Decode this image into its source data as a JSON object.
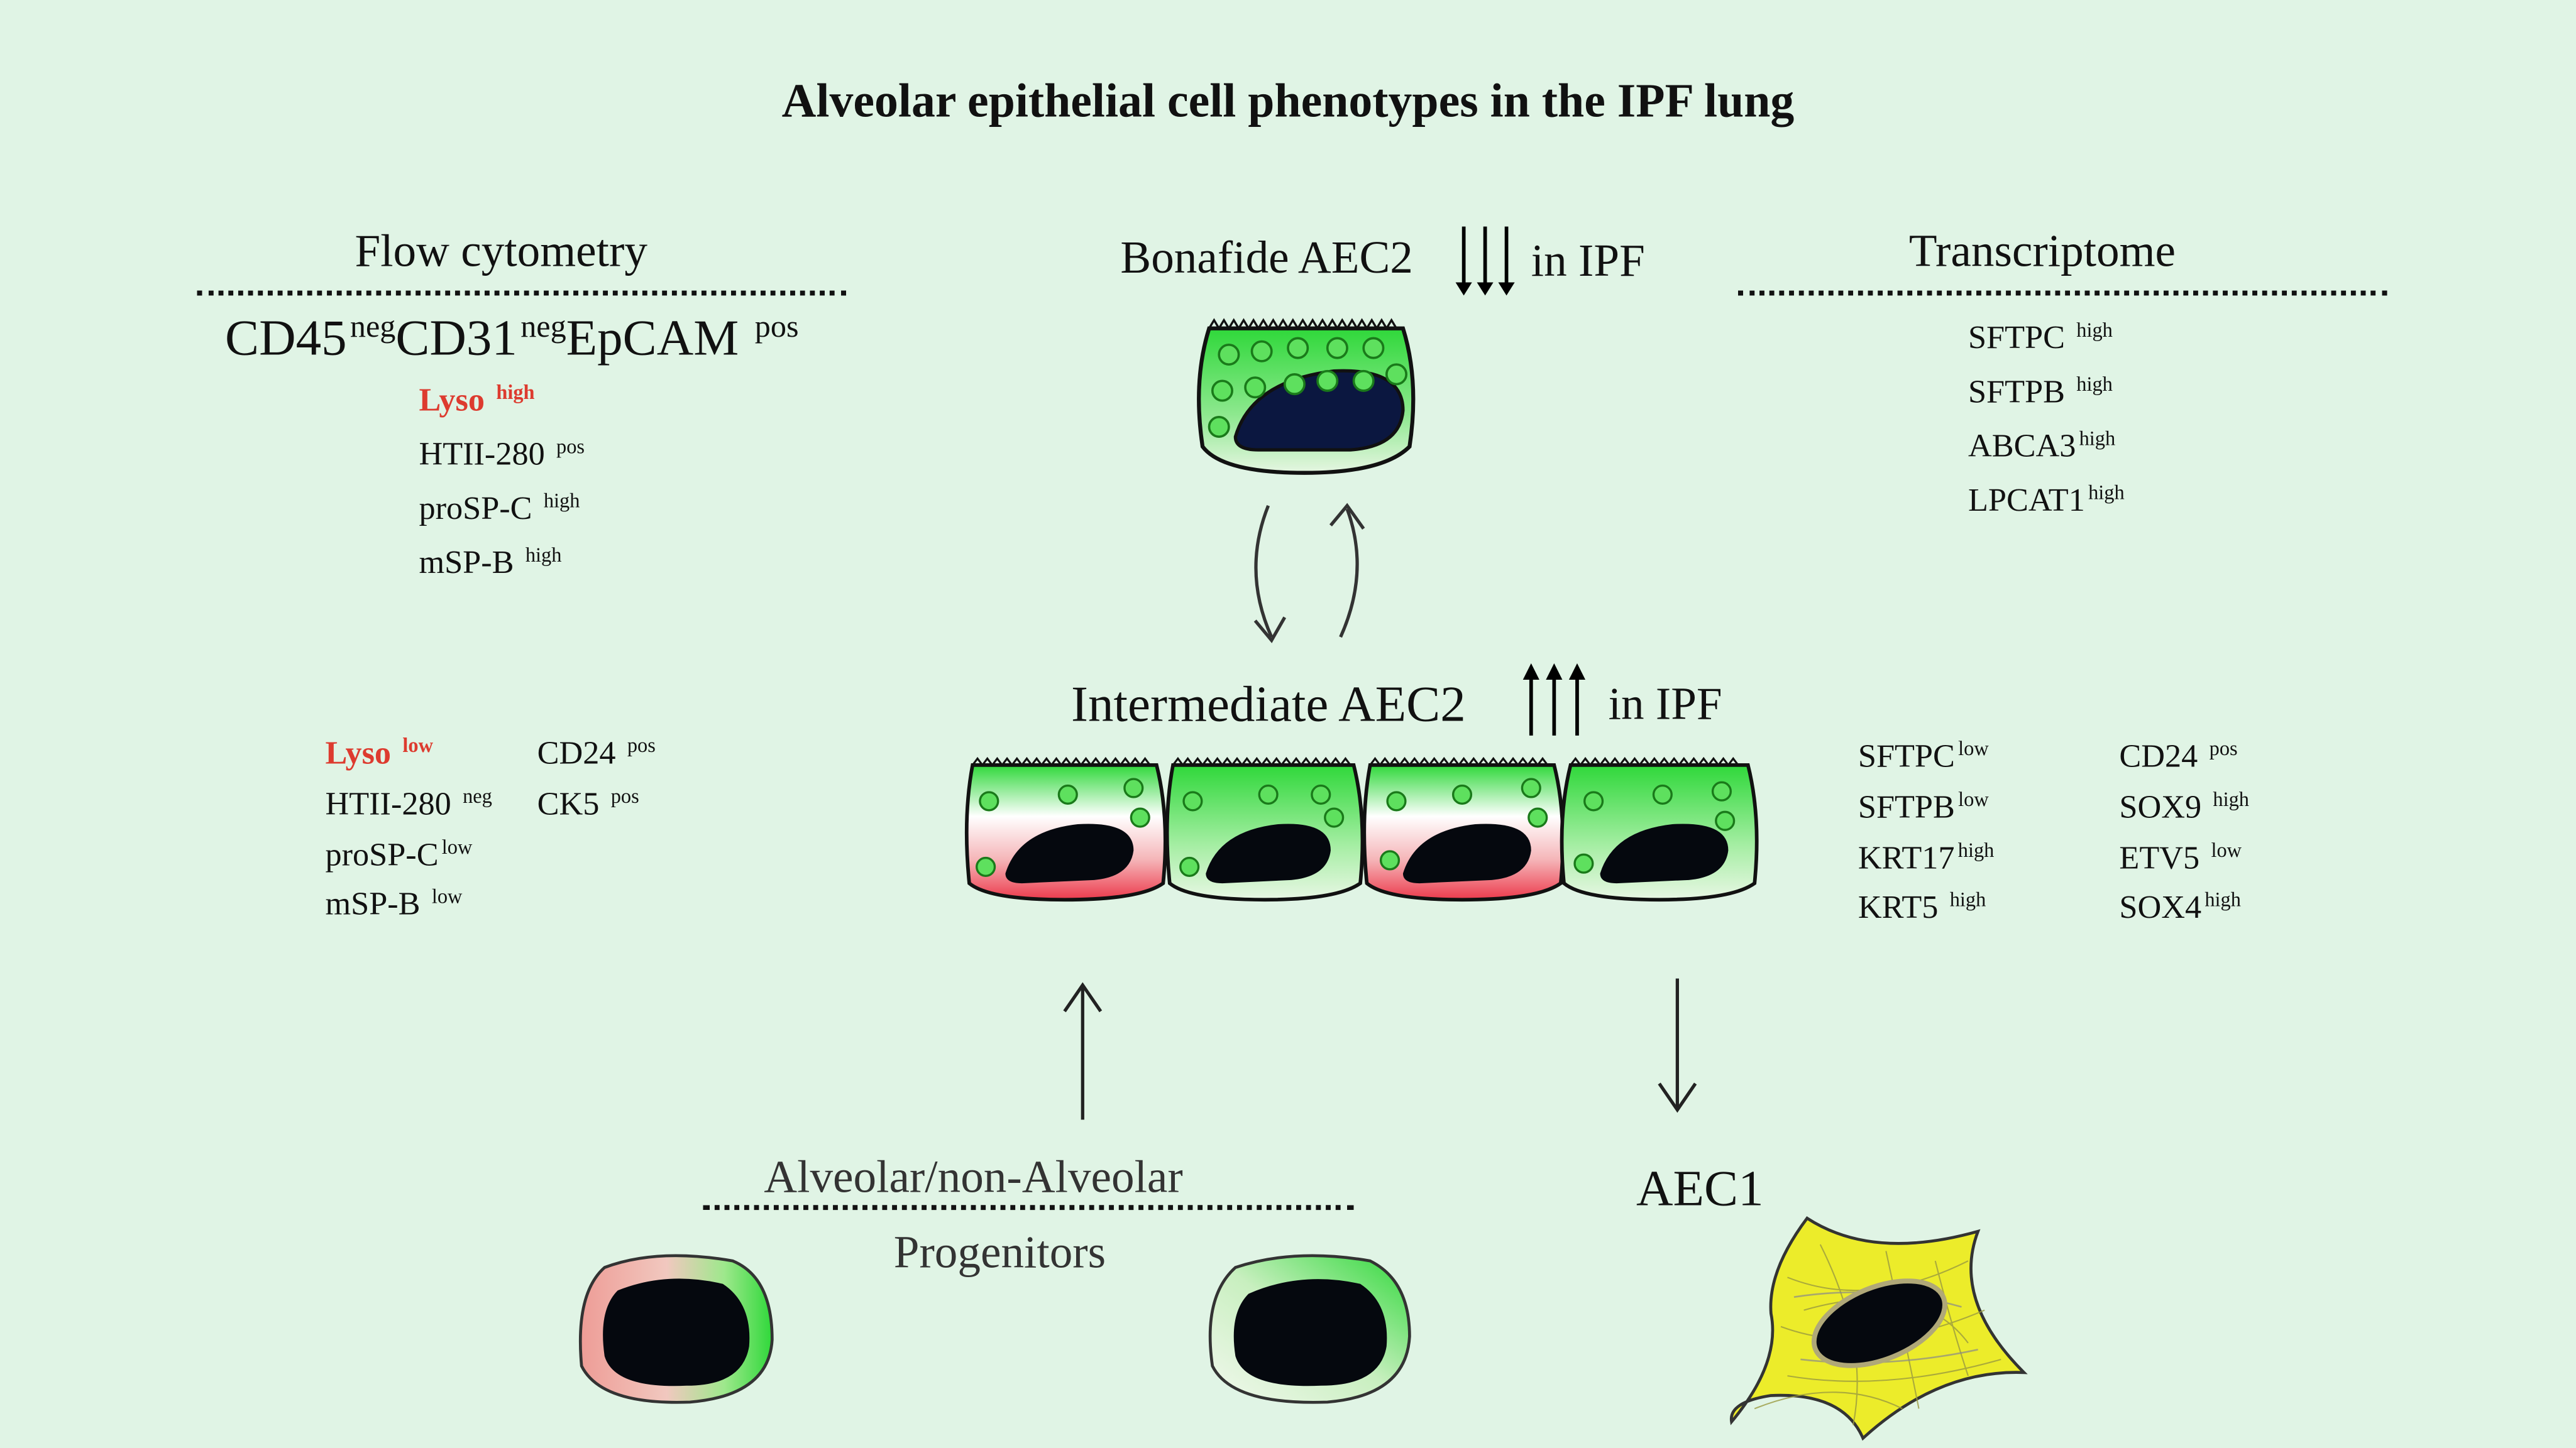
{
  "title": "Alveolar epithelial cell phenotypes in the IPF  lung",
  "flow_cytometry": {
    "heading": "Flow cytometry",
    "gate": [
      {
        "name": "CD45",
        "sup": "neg"
      },
      {
        "name": "CD31",
        "sup": "neg"
      },
      {
        "name": "EpCAM",
        "sup": "pos"
      }
    ],
    "bonafide_markers": [
      {
        "name": "Lyso",
        "sup": "high"
      },
      {
        "name": "HTII-280",
        "sup": "pos"
      },
      {
        "name": "proSP-C",
        "sup": "high"
      },
      {
        "name": "mSP-B",
        "sup": "high"
      }
    ],
    "intermediate_markers_col1": [
      {
        "name": "Lyso",
        "sup": "low"
      },
      {
        "name": "HTII-280",
        "sup": "neg"
      },
      {
        "name": "proSP-C",
        "sup": "low"
      },
      {
        "name": "mSP-B",
        "sup": "low"
      }
    ],
    "intermediate_markers_col2": [
      {
        "name": "CD24",
        "sup": "pos"
      },
      {
        "name": "CK5",
        "sup": "pos"
      }
    ]
  },
  "transcriptome": {
    "heading": "Transcriptome",
    "bonafide_markers": [
      {
        "name": "SFTPC",
        "sup": "high"
      },
      {
        "name": "SFTPB",
        "sup": "high"
      },
      {
        "name": "ABCA3",
        "sup": "high"
      },
      {
        "name": "LPCAT1",
        "sup": "high"
      }
    ],
    "intermediate_markers_col1": [
      {
        "name": "SFTPC",
        "sup": "low"
      },
      {
        "name": "SFTPB",
        "sup": "low"
      },
      {
        "name": "KRT17",
        "sup": "high"
      },
      {
        "name": "KRT5",
        "sup": "high"
      }
    ],
    "intermediate_markers_col2": [
      {
        "name": "CD24",
        "sup": "pos"
      },
      {
        "name": "SOX9",
        "sup": "high"
      },
      {
        "name": "ETV5",
        "sup": "low"
      },
      {
        "name": "SOX4",
        "sup": "high"
      }
    ]
  },
  "bonafide": {
    "label": "Bonafide AEC2",
    "arrows": "↓↓↓",
    "suffix": "in IPF"
  },
  "intermediate": {
    "label": "Intermediate AEC2",
    "arrows": "↑↑↑",
    "suffix": "in IPF"
  },
  "progenitors": {
    "line1": "Alveolar/non-Alveolar",
    "line2": "Progenitors"
  },
  "aec1": {
    "label": "AEC1"
  },
  "colors": {
    "background": "#e0f4e5",
    "lyso_red": "#dd3b2f",
    "cell_green": "#2fd83a",
    "cell_red": "#ec3a4c",
    "aec1_yellow": "#ecec2a",
    "nucleus": "#05080e",
    "bonafide_nucleus": "#0b1740"
  }
}
